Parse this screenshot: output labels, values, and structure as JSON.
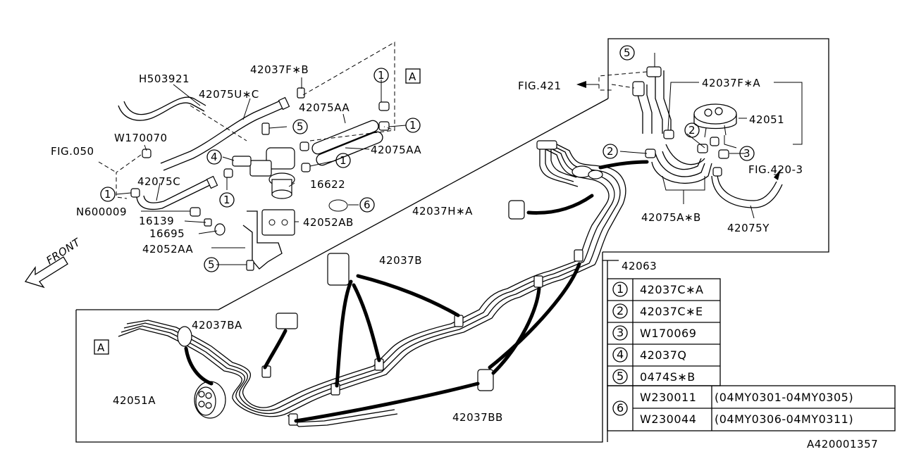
{
  "diagram": {
    "doc_number": "A420001357",
    "front_label": "FRONT",
    "ref_A": "A",
    "part_labels": {
      "h503921": "H503921",
      "p42037fb": "42037F∗B",
      "p42075uc": "42075U∗C",
      "p42075aa_1": "42075AA",
      "p42075aa_2": "42075AA",
      "w170070": "W170070",
      "fig050": "FIG.050",
      "p42075c": "42075C",
      "n600009": "N600009",
      "p16139": "16139",
      "p16695": "16695",
      "p42052aa": "42052AA",
      "p16622": "16622",
      "p42052ab": "42052AB",
      "fig421": "FIG.421",
      "p42037fa": "42037F∗A",
      "p42051": "42051",
      "fig420_3": "FIG.420-3",
      "p42075ab": "42075A∗B",
      "p42075y": "42075Y",
      "p42037ha": "42037H∗A",
      "p42037b": "42037B",
      "p42063": "42063",
      "p42037ba": "42037BA",
      "p42051a": "42051A",
      "p42037bb": "42037BB"
    },
    "callouts": {
      "c1": "1",
      "c2": "2",
      "c3": "3",
      "c4": "4",
      "c5": "5",
      "c6": "6"
    },
    "legend": [
      {
        "num": "1",
        "part": "42037C∗A"
      },
      {
        "num": "2",
        "part": "42037C∗E"
      },
      {
        "num": "3",
        "part": "W170069"
      },
      {
        "num": "4",
        "part": "42037Q"
      },
      {
        "num": "5",
        "part": "0474S∗B"
      }
    ],
    "legend6": {
      "num": "6",
      "rows": [
        {
          "part": "W230011",
          "range": "(04MY0301-04MY0305)"
        },
        {
          "part": "W230044",
          "range": "(04MY0306-04MY0311)"
        }
      ]
    }
  }
}
